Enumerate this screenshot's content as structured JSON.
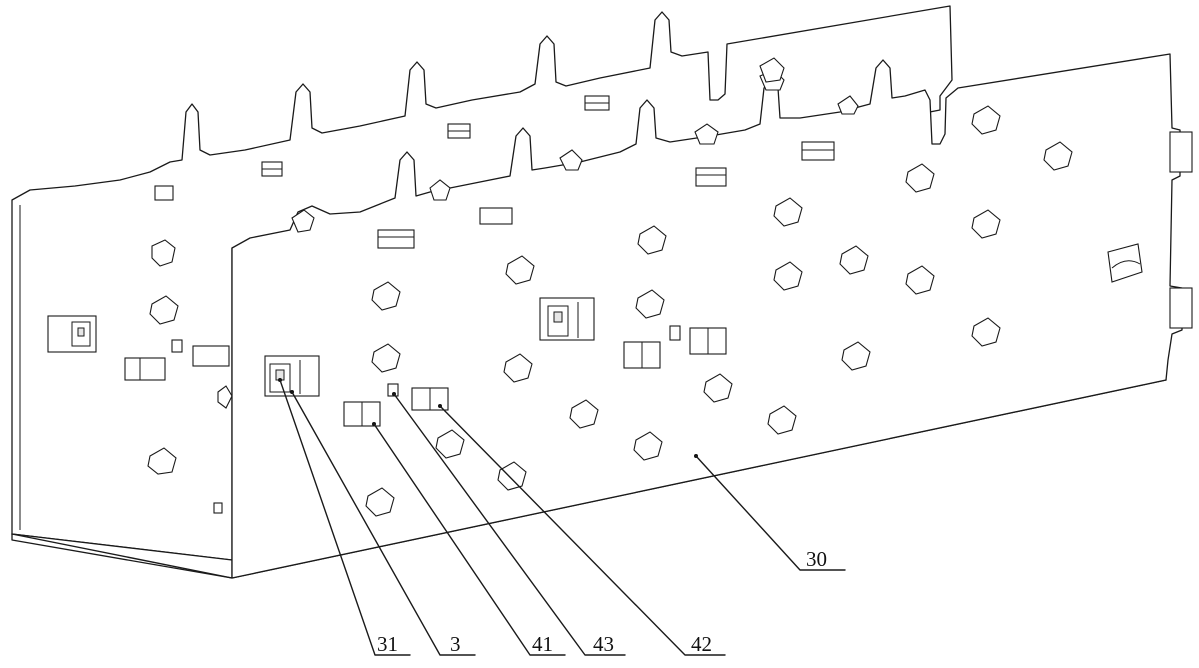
{
  "labels": {
    "part_30": "30",
    "part_31": "31",
    "part_3": "3",
    "part_41": "41",
    "part_43": "43",
    "part_42": "42"
  }
}
